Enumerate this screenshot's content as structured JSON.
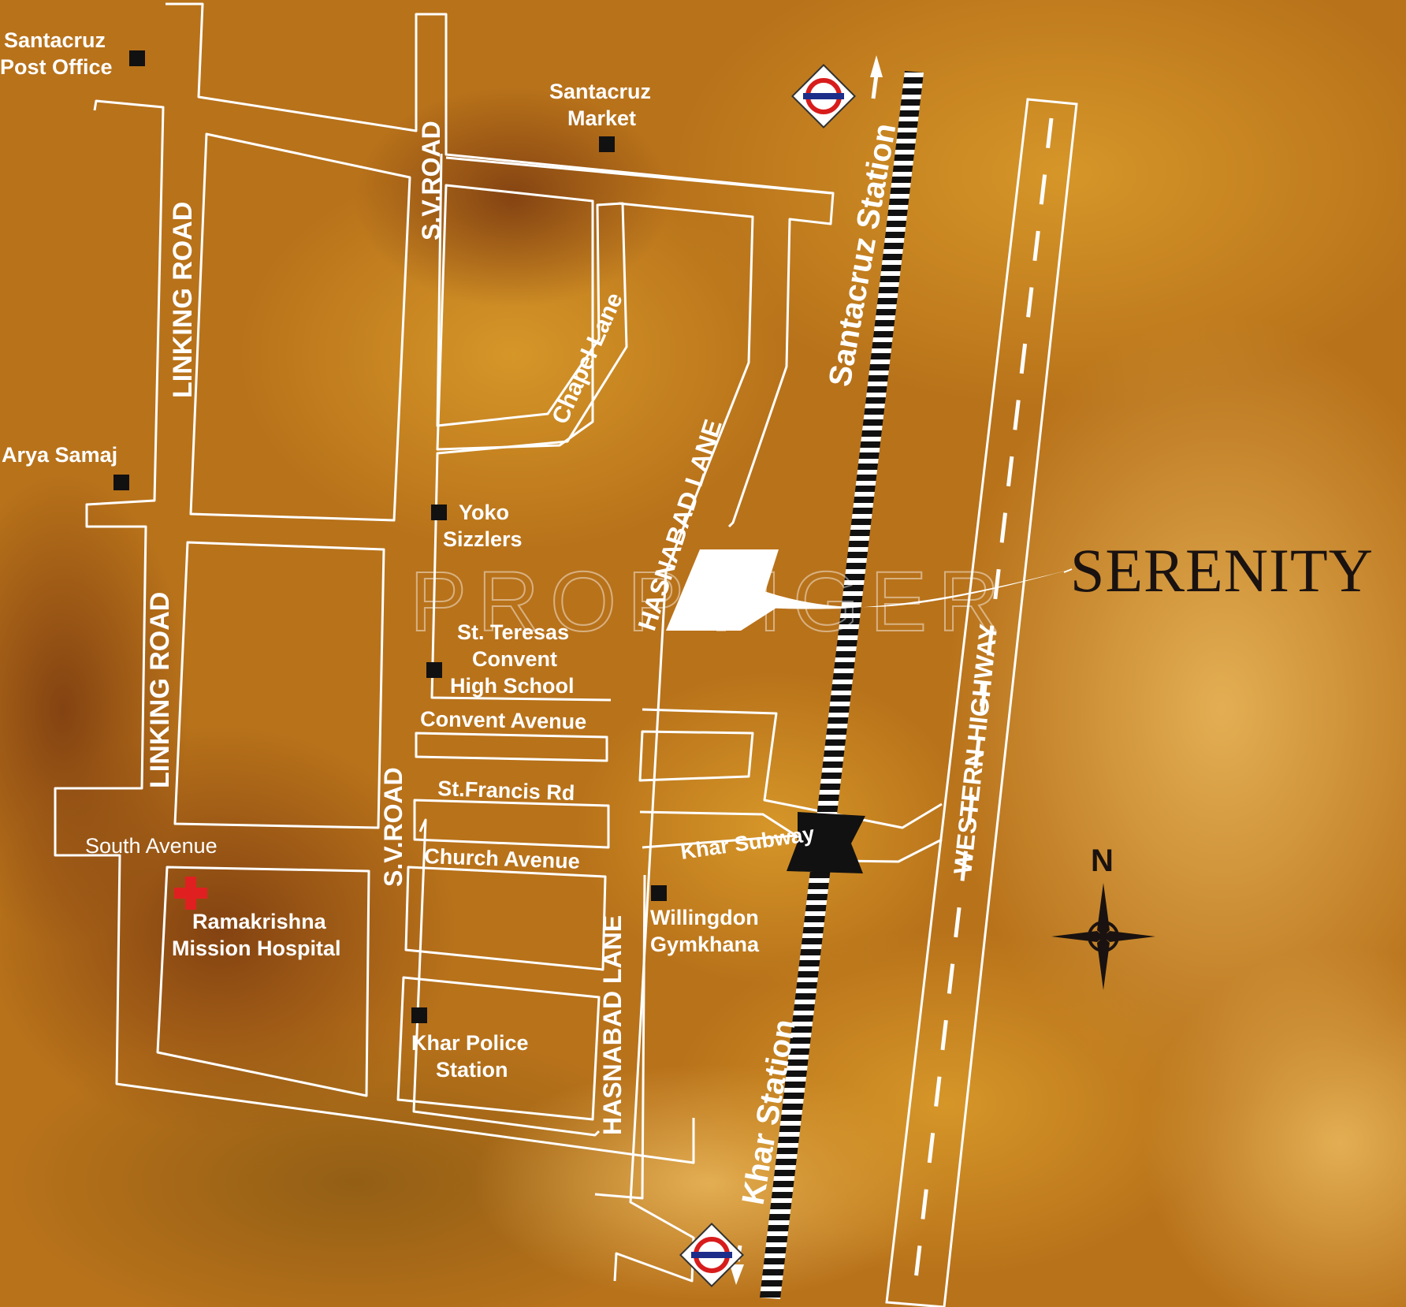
{
  "map": {
    "project_name": "SERENITY",
    "watermark": "PROPTIGER",
    "compass_label": "N",
    "accent_colors": {
      "background": "#b8721a",
      "roads": "#ffffff",
      "rail": "#111111",
      "hospital_cross": "#e02020",
      "metro_ring": "#d81c1c",
      "metro_bar": "#1c2d8a"
    },
    "roads": {
      "linking_road_top": "LINKING ROAD",
      "linking_road_bottom": "LINKING ROAD",
      "sv_road_top": "S.V.ROAD",
      "sv_road_bottom": "S.V.ROAD",
      "chapel_lane": "Chapel Lane",
      "hasnabad_lane_top": "HASNABAD LANE",
      "hasnabad_lane_bottom": "HASNABAD LANE",
      "convent_avenue": "Convent Avenue",
      "st_francis_rd": "St.Francis Rd",
      "church_avenue": "Church Avenue",
      "south_avenue": "South Avenue",
      "khar_subway": "Khar Subway",
      "western_highway": "WESTERN HIGHWAY",
      "santacruz_station": "Santacruz Station",
      "khar_station": "Khar Station"
    },
    "landmarks": {
      "santacruz_post_office": [
        "Santacruz",
        "Post Office"
      ],
      "santacruz_market": [
        "Santacruz",
        "Market"
      ],
      "arya_samaj": [
        "Arya Samaj"
      ],
      "yoko_sizzlers": [
        "Yoko",
        "Sizzlers"
      ],
      "st_teresas": [
        "St. Teresas",
        "Convent",
        "High School"
      ],
      "willingdon_gymkhana": [
        "Willingdon",
        "Gymkhana"
      ],
      "ramakrishna_hospital": [
        "Ramakrishna",
        "Mission Hospital"
      ],
      "khar_police_station": [
        "Khar Police",
        "Station"
      ]
    },
    "icons": {
      "metro_top": "metro-station-icon",
      "metro_bottom": "metro-station-icon",
      "hospital": "hospital-cross-icon",
      "compass": "compass-rose-icon"
    }
  }
}
